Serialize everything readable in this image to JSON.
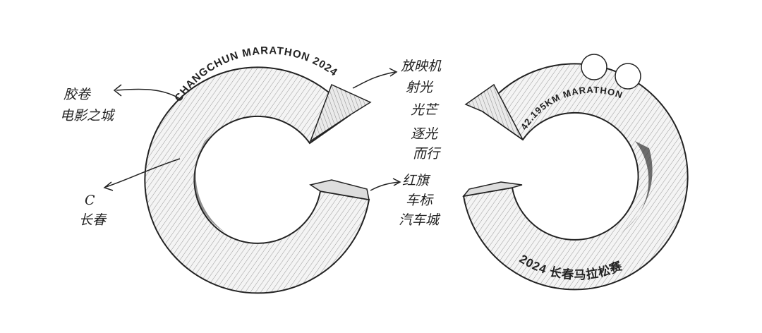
{
  "left_medal": {
    "ring_text": "CHANGCHUN MARATHON 2024"
  },
  "right_medal": {
    "ring_text": "42.195KM MARATHON",
    "bottom_text": "2024 长春马拉松赛"
  },
  "annotations": {
    "film": [
      "胶卷",
      "电影之城"
    ],
    "c_mark": [
      "C",
      "长春"
    ],
    "projector": [
      "放映机",
      "射光",
      "光芒",
      "逐光",
      "而行"
    ],
    "hongqi": [
      "红旗",
      "车标",
      "汽车城"
    ]
  },
  "colors": {
    "ink": "#222222",
    "paper": "#ffffff"
  }
}
